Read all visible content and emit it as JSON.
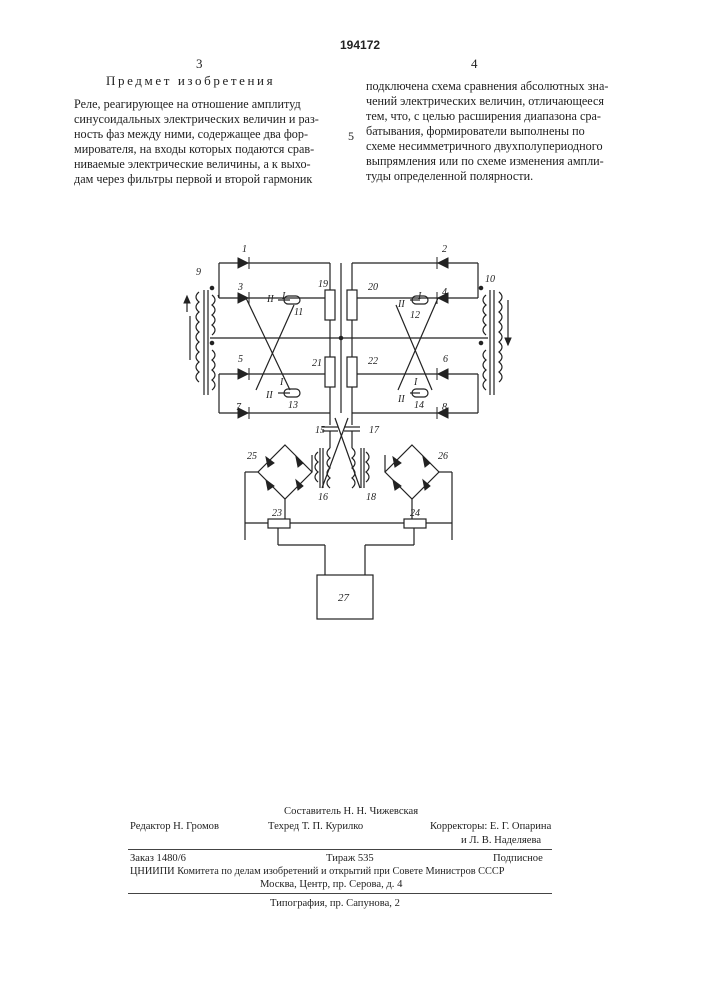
{
  "header": {
    "patent_number": "194172",
    "col_left_number": "3",
    "col_right_number": "4",
    "section_title": "Предмет изобретения",
    "line_marker": "5"
  },
  "left_column": [
    "Реле, реагирующее на отношение амплитуд",
    "синусоидальных электрических величин и раз-",
    "ность фаз между ними, содержащее два фор-",
    "мирователя, на входы которых подаются срав-",
    "ниваемые электрические величины, а к выхо-",
    "дам через фильтры первой и второй гармоник"
  ],
  "right_column": [
    "подключена схема сравнения абсолютных зна-",
    "чений электрических величин, отличающееся",
    "тем, что, с целью расширения диапазона сра-",
    "батывания, формирователи выполнены по",
    "схеме несимметричного двухполупериодного",
    "выпрямления или по схеме изменения ампли-",
    "туды определенной полярности."
  ],
  "diagram": {
    "labels": [
      "1",
      "2",
      "3",
      "4",
      "5",
      "6",
      "7",
      "8",
      "9",
      "10",
      "11",
      "12",
      "13",
      "14",
      "15",
      "16",
      "17",
      "18",
      "19",
      "20",
      "21",
      "22",
      "23",
      "24",
      "25",
      "26",
      "27"
    ],
    "roman": [
      "I",
      "II"
    ]
  },
  "footer": {
    "composer": "Составитель Н. Н. Чижевская",
    "editor": "Редактор Н. Громов",
    "tech_editor": "Техред Т. П. Курилко",
    "proofreaders_1": "Корректоры: Е. Г. Опарина",
    "proofreaders_2": "и Л. В. Наделяева",
    "order": "Заказ 1480/6",
    "circulation": "Тираж 535",
    "subscription": "Подписное",
    "org": "ЦНИИПИ Комитета по делам изобретений и открытий при Совете Министров СССР",
    "address": "Москва, Центр, пр. Серова, д. 4",
    "printer": "Типография, пр. Сапунова, 2"
  }
}
